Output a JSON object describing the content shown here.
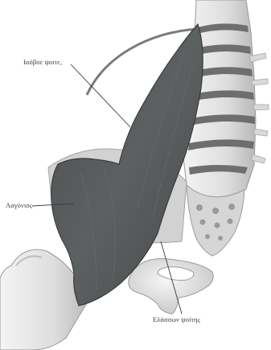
{
  "labels": {
    "psoas_major": "Ιαόβοε ψοιτε,",
    "iliacus": "Λαγόνιος",
    "psoas_minor": "Ελάσσων ψοίτης"
  },
  "colors": {
    "muscle": "#56595a",
    "muscle_dark": "#3f4243",
    "bone": "#e6e6e6",
    "bone_shadow": "#b9b9b9",
    "disc": "#6e6e6e",
    "leader": "#3b3b3b"
  }
}
